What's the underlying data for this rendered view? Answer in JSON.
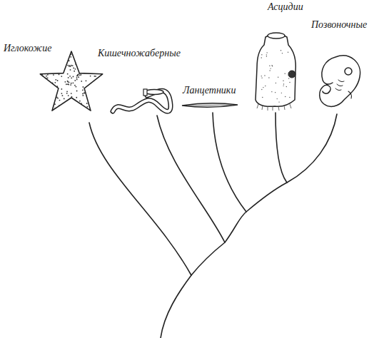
{
  "diagram": {
    "labels": [
      "Иглокожие",
      "Кишечножаберные",
      "Ланцетники",
      "Асцидии",
      "Позвоночные"
    ]
  }
}
